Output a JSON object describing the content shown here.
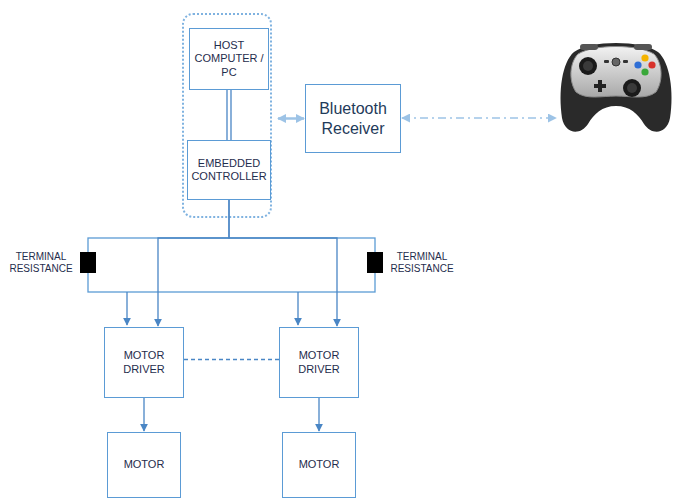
{
  "diagram": {
    "nodes": [
      {
        "text": [
          "HOST COMPUTER / PC"
        ]
      },
      {
        "text": [
          "EMBEDDED CONTROLLER"
        ]
      },
      {
        "text": [
          "Bluetooth Receiver"
        ]
      },
      {
        "text": [
          "MOTOR DRIVER"
        ]
      },
      {
        "text": [
          "MOTOR DRIVER"
        ]
      },
      {
        "text": [
          "MOTOR"
        ]
      },
      {
        "text": [
          "MOTOR"
        ]
      }
    ],
    "edges": [
      {
        "from": 0,
        "to": 1,
        "arrow": "none"
      },
      {
        "from": 0,
        "to": 2,
        "arrow": "both"
      },
      {
        "from": 1,
        "to": 3,
        "arrow": "to"
      },
      {
        "from": 1,
        "to": 4,
        "arrow": "to"
      },
      {
        "from": 3,
        "to": 4,
        "arrow": "none"
      },
      {
        "from": 3,
        "to": 5,
        "arrow": "to"
      },
      {
        "from": 4,
        "to": 6,
        "arrow": "to"
      }
    ],
    "labels": [
      "TERMINAL RESISTANCE",
      "TERMINAL RESISTANCE"
    ]
  }
}
